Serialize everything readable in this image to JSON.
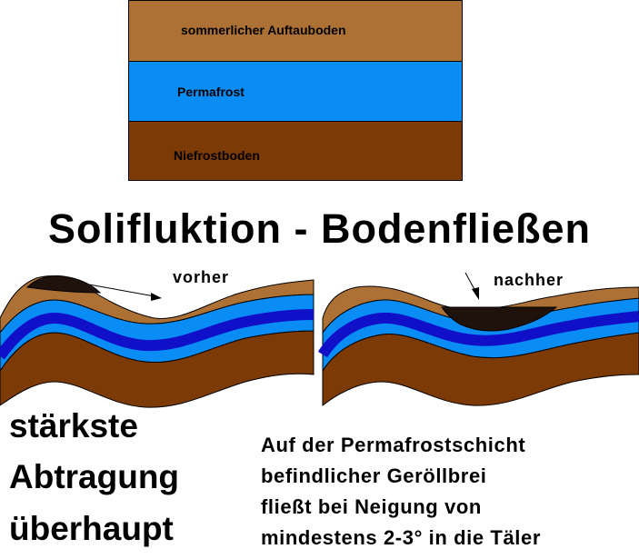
{
  "legend": {
    "layers": [
      {
        "label": "sommerlicher Auftauboden",
        "color": "#ad7135"
      },
      {
        "label": "Permafrost",
        "color": "#0a8cf5"
      },
      {
        "label": "Niefrostboden",
        "color": "#7c3a06"
      }
    ]
  },
  "title": "Solifluktion - Bodenfließen",
  "panels": {
    "before_label": "vorher",
    "after_label": "nachher"
  },
  "left_text": [
    "stärkste",
    "Abtragung",
    "überhaupt"
  ],
  "description": [
    "Auf der Permafrostschicht",
    "befindlicher Geröllbrei",
    "fließt bei Neigung von",
    "mindestens 2-3° in die Täler"
  ],
  "colors": {
    "thaw_soil": "#ad7135",
    "permafrost": "#0a8cf5",
    "permafrost_dark": "#1010c8",
    "never_frozen": "#7c3a06",
    "debris": "#1f120a"
  }
}
